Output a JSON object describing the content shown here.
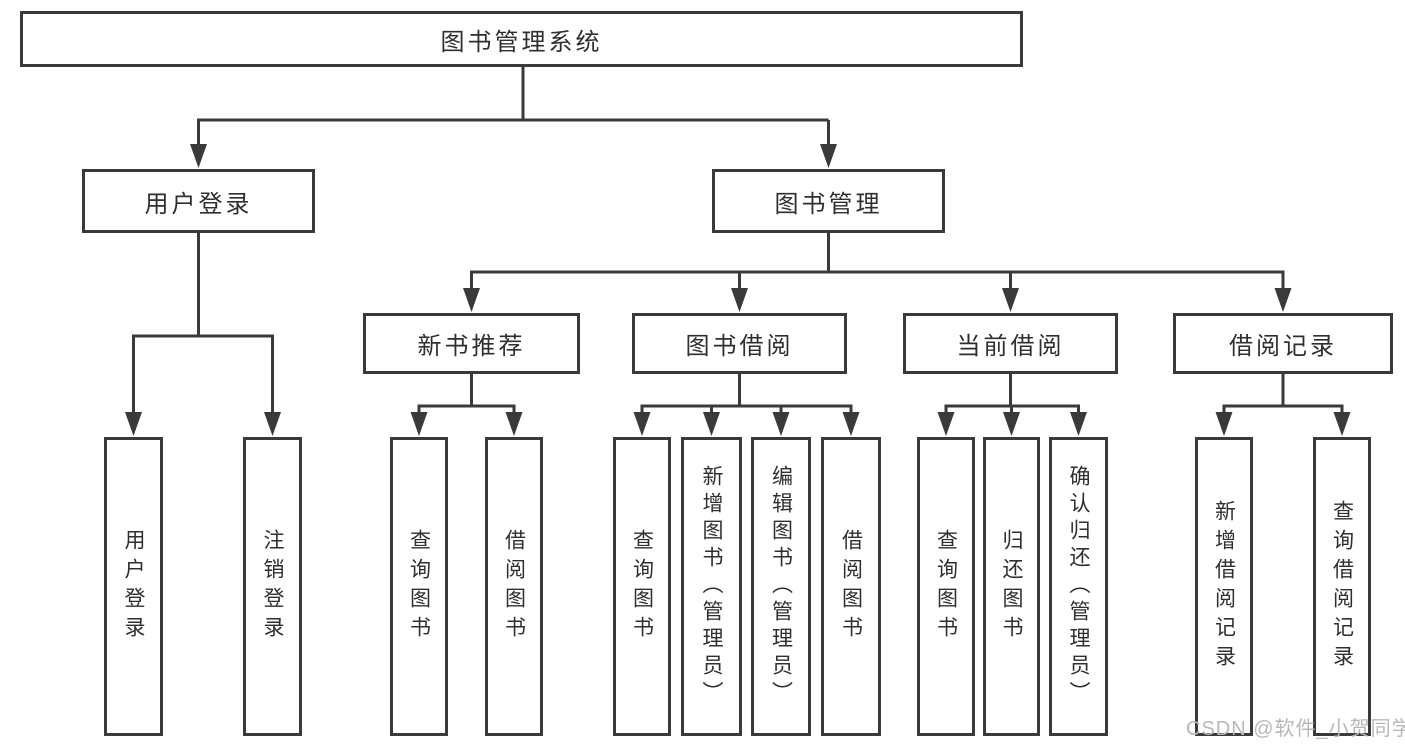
{
  "tree": {
    "root": {
      "label": "图书管理系统",
      "children": [
        {
          "label": "用户登录",
          "children": [
            {
              "label": "用户登录"
            },
            {
              "label": "注销登录"
            }
          ]
        },
        {
          "label": "图书管理",
          "children": [
            {
              "label": "新书推荐",
              "children": [
                {
                  "label": "查询图书"
                },
                {
                  "label": "借阅图书"
                }
              ]
            },
            {
              "label": "图书借阅",
              "children": [
                {
                  "label": "查询图书"
                },
                {
                  "label": "新增图书（管理员）"
                },
                {
                  "label": "编辑图书（管理员）"
                },
                {
                  "label": "借阅图书"
                }
              ]
            },
            {
              "label": "当前借阅",
              "children": [
                {
                  "label": "查询图书"
                },
                {
                  "label": "归还图书"
                },
                {
                  "label": "确认归还（管理员）"
                }
              ]
            },
            {
              "label": "借阅记录",
              "children": [
                {
                  "label": "新增借阅记录"
                },
                {
                  "label": "查询借阅记录"
                }
              ]
            }
          ]
        }
      ]
    }
  },
  "watermark": "CSDN @软件_小贺同学",
  "colors": {
    "line": "#3a3a3a",
    "text": "#2f2f2f",
    "watermark": "#b8b8b8",
    "node_background": "#ffffff"
  }
}
